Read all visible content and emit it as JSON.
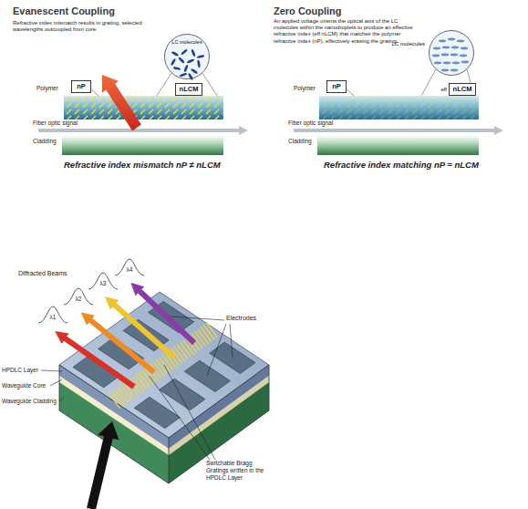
{
  "diagram": {
    "nodes": [
      {
        "text": [
          "LC molecules"
        ]
      },
      {
        "text": [
          "nP"
        ]
      },
      {
        "text": [
          "nLCM"
        ]
      },
      {
        "text": [
          "LC molecules"
        ]
      },
      {
        "text": [
          "nP"
        ]
      },
      {
        "text": [
          "eff",
          "nLCM"
        ]
      }
    ],
    "labels": [
      "Evanescent Coupling",
      "Refractive index mismatch results in grating, selected wavelengths outcoupled from core.",
      "Polymer",
      "Fiber optic signal",
      "Cladding",
      "Refractive index mismatch nP ≠ nLCM",
      "Zero Coupling",
      "An applied voltage orients the optical axis of the LC molecules within the nanodroplets to produce an effective refractive index (eff nLCM) that matches the polymer refractive index (nP), effectively erasing the grating.",
      "Polymer",
      "Fiber optic signal",
      "Cladding",
      "Refractive index matching nP = nLCM",
      "Diffracted Beams",
      "λ1",
      "λ2",
      "λ3",
      "λ4",
      "Electrodes",
      "HPDLC Layer",
      "Waveguide Core",
      "Waveguide Cladding",
      "Switchable Bragg Gratings written in the HPDLC Layer"
    ]
  }
}
